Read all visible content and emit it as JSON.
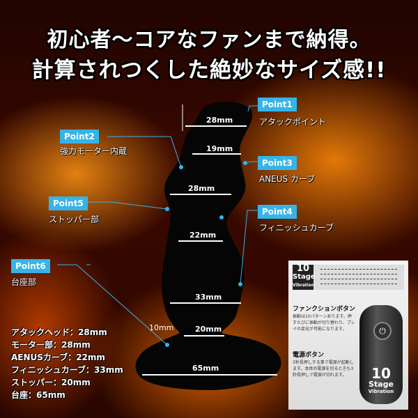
{
  "headline": {
    "line1": "初心者〜コアなファンまで納得。",
    "line2": "計算されつくした絶妙なサイズ感!!"
  },
  "points": [
    {
      "label": "Point1",
      "desc": "アタックポイント"
    },
    {
      "label": "Point2",
      "desc": "強力モーター内蔵"
    },
    {
      "label": "Point3",
      "desc": "ANEUS カーブ"
    },
    {
      "label": "Point4",
      "desc": "フィニッシュカーブ"
    },
    {
      "label": "Point5",
      "desc": "ストッパー部"
    },
    {
      "label": "Point6",
      "desc": "台座部"
    }
  ],
  "dimensions": {
    "head": "28mm",
    "neck": "19mm",
    "motor": "28mm",
    "aneus": "22mm",
    "finish": "33mm",
    "stopper": "20mm",
    "base": "65mm",
    "stopper_gap": "10mm"
  },
  "specs": [
    "アタックヘッド：28mm",
    "モーター部：28mm",
    "AENUSカーブ：22mm",
    "フィニッシュカーブ：33mm",
    "ストッパー：20mm",
    "台座：65mm"
  ],
  "panel": {
    "badge_number": "10",
    "badge_word": "Stage",
    "badge_sub": "Vibration",
    "function_title": "ファンクションボタン",
    "function_text": "振動は10パターンあります。押すたびに振動が切り替わり、プレイの変化が可能になります。",
    "power_title": "電源ボタン",
    "power_text": "3秒長押しする事で電源が起動します。本体の電源を切るときも3秒長押しで電源が切れます。",
    "remote_number": "10",
    "remote_word": "Stage",
    "remote_sub": "Vibration"
  },
  "colors": {
    "accent": "#35b4ea",
    "toy": "#050505"
  }
}
